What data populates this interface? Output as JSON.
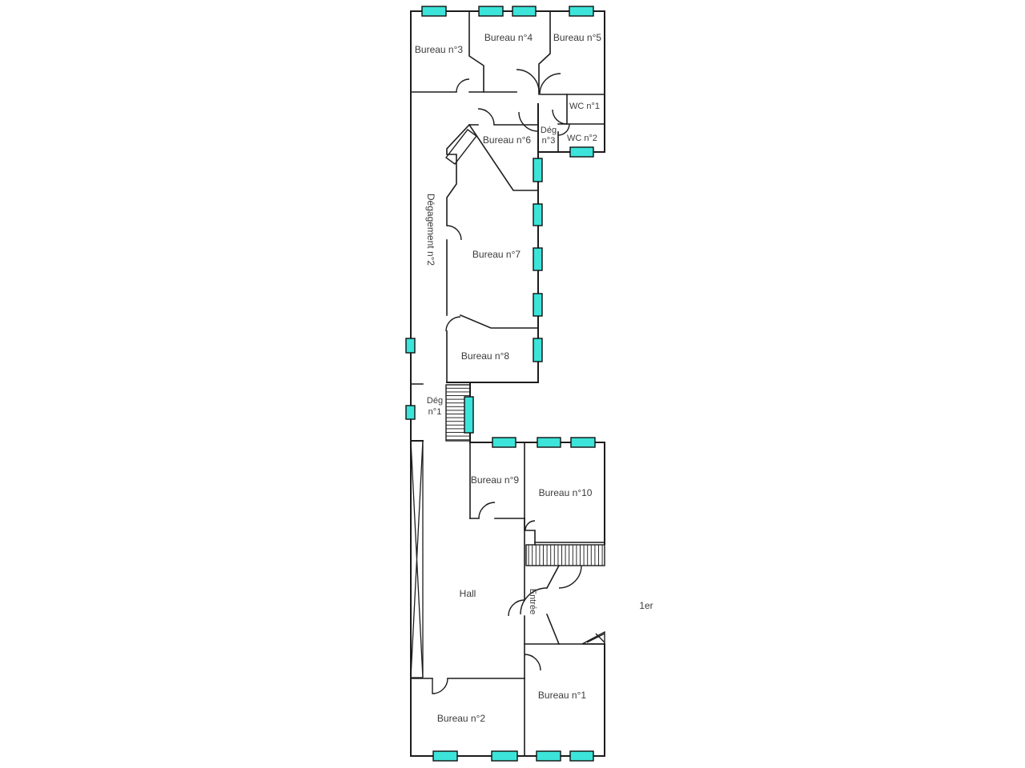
{
  "plan": {
    "floor_label": "1er",
    "labels": {
      "bureau1": "Bureau n°1",
      "bureau2": "Bureau n°2",
      "bureau3": "Bureau n°3",
      "bureau4": "Bureau n°4",
      "bureau5": "Bureau n°5",
      "bureau6": "Bureau n°6",
      "bureau7": "Bureau n°7",
      "bureau8": "Bureau n°8",
      "bureau9": "Bureau n°9",
      "bureau10": "Bureau n°10",
      "wc1": "WC n°1",
      "wc2": "WC n°2",
      "deg1_line1": "Dég",
      "deg1_line2": "n°1",
      "deg3_line1": "Dég",
      "deg3_line2": "n°3",
      "degagement2": "Dégagement n°2",
      "hall": "Hall",
      "entree": "Entrée"
    },
    "colors": {
      "window_fill": "#3ce4da",
      "entree_text": "#5a6296"
    }
  }
}
